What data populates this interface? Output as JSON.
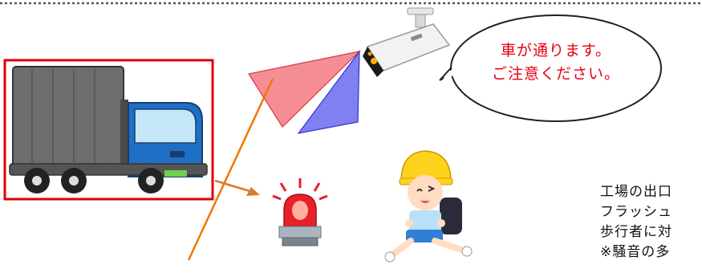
{
  "speech_bubble": {
    "line1": "車が通ります。",
    "line2": "ご注意ください。"
  },
  "description": {
    "line1": "工場の出口",
    "line2": "フラッシュ",
    "line3": "歩行者に対",
    "line4": "※騒音の多"
  },
  "colors": {
    "truck_frame": "#e00000",
    "detection_line": "#f07800",
    "vehicle_zone": "#f08080",
    "pedestrian_zone": "#7070f0",
    "bubble_text": "#e60012",
    "dotted_border": "#555555"
  },
  "icons": {
    "truck": "truck-icon",
    "camera": "security-camera-icon",
    "warning_light": "rotating-warning-light-icon",
    "child": "schoolchild-icon"
  }
}
